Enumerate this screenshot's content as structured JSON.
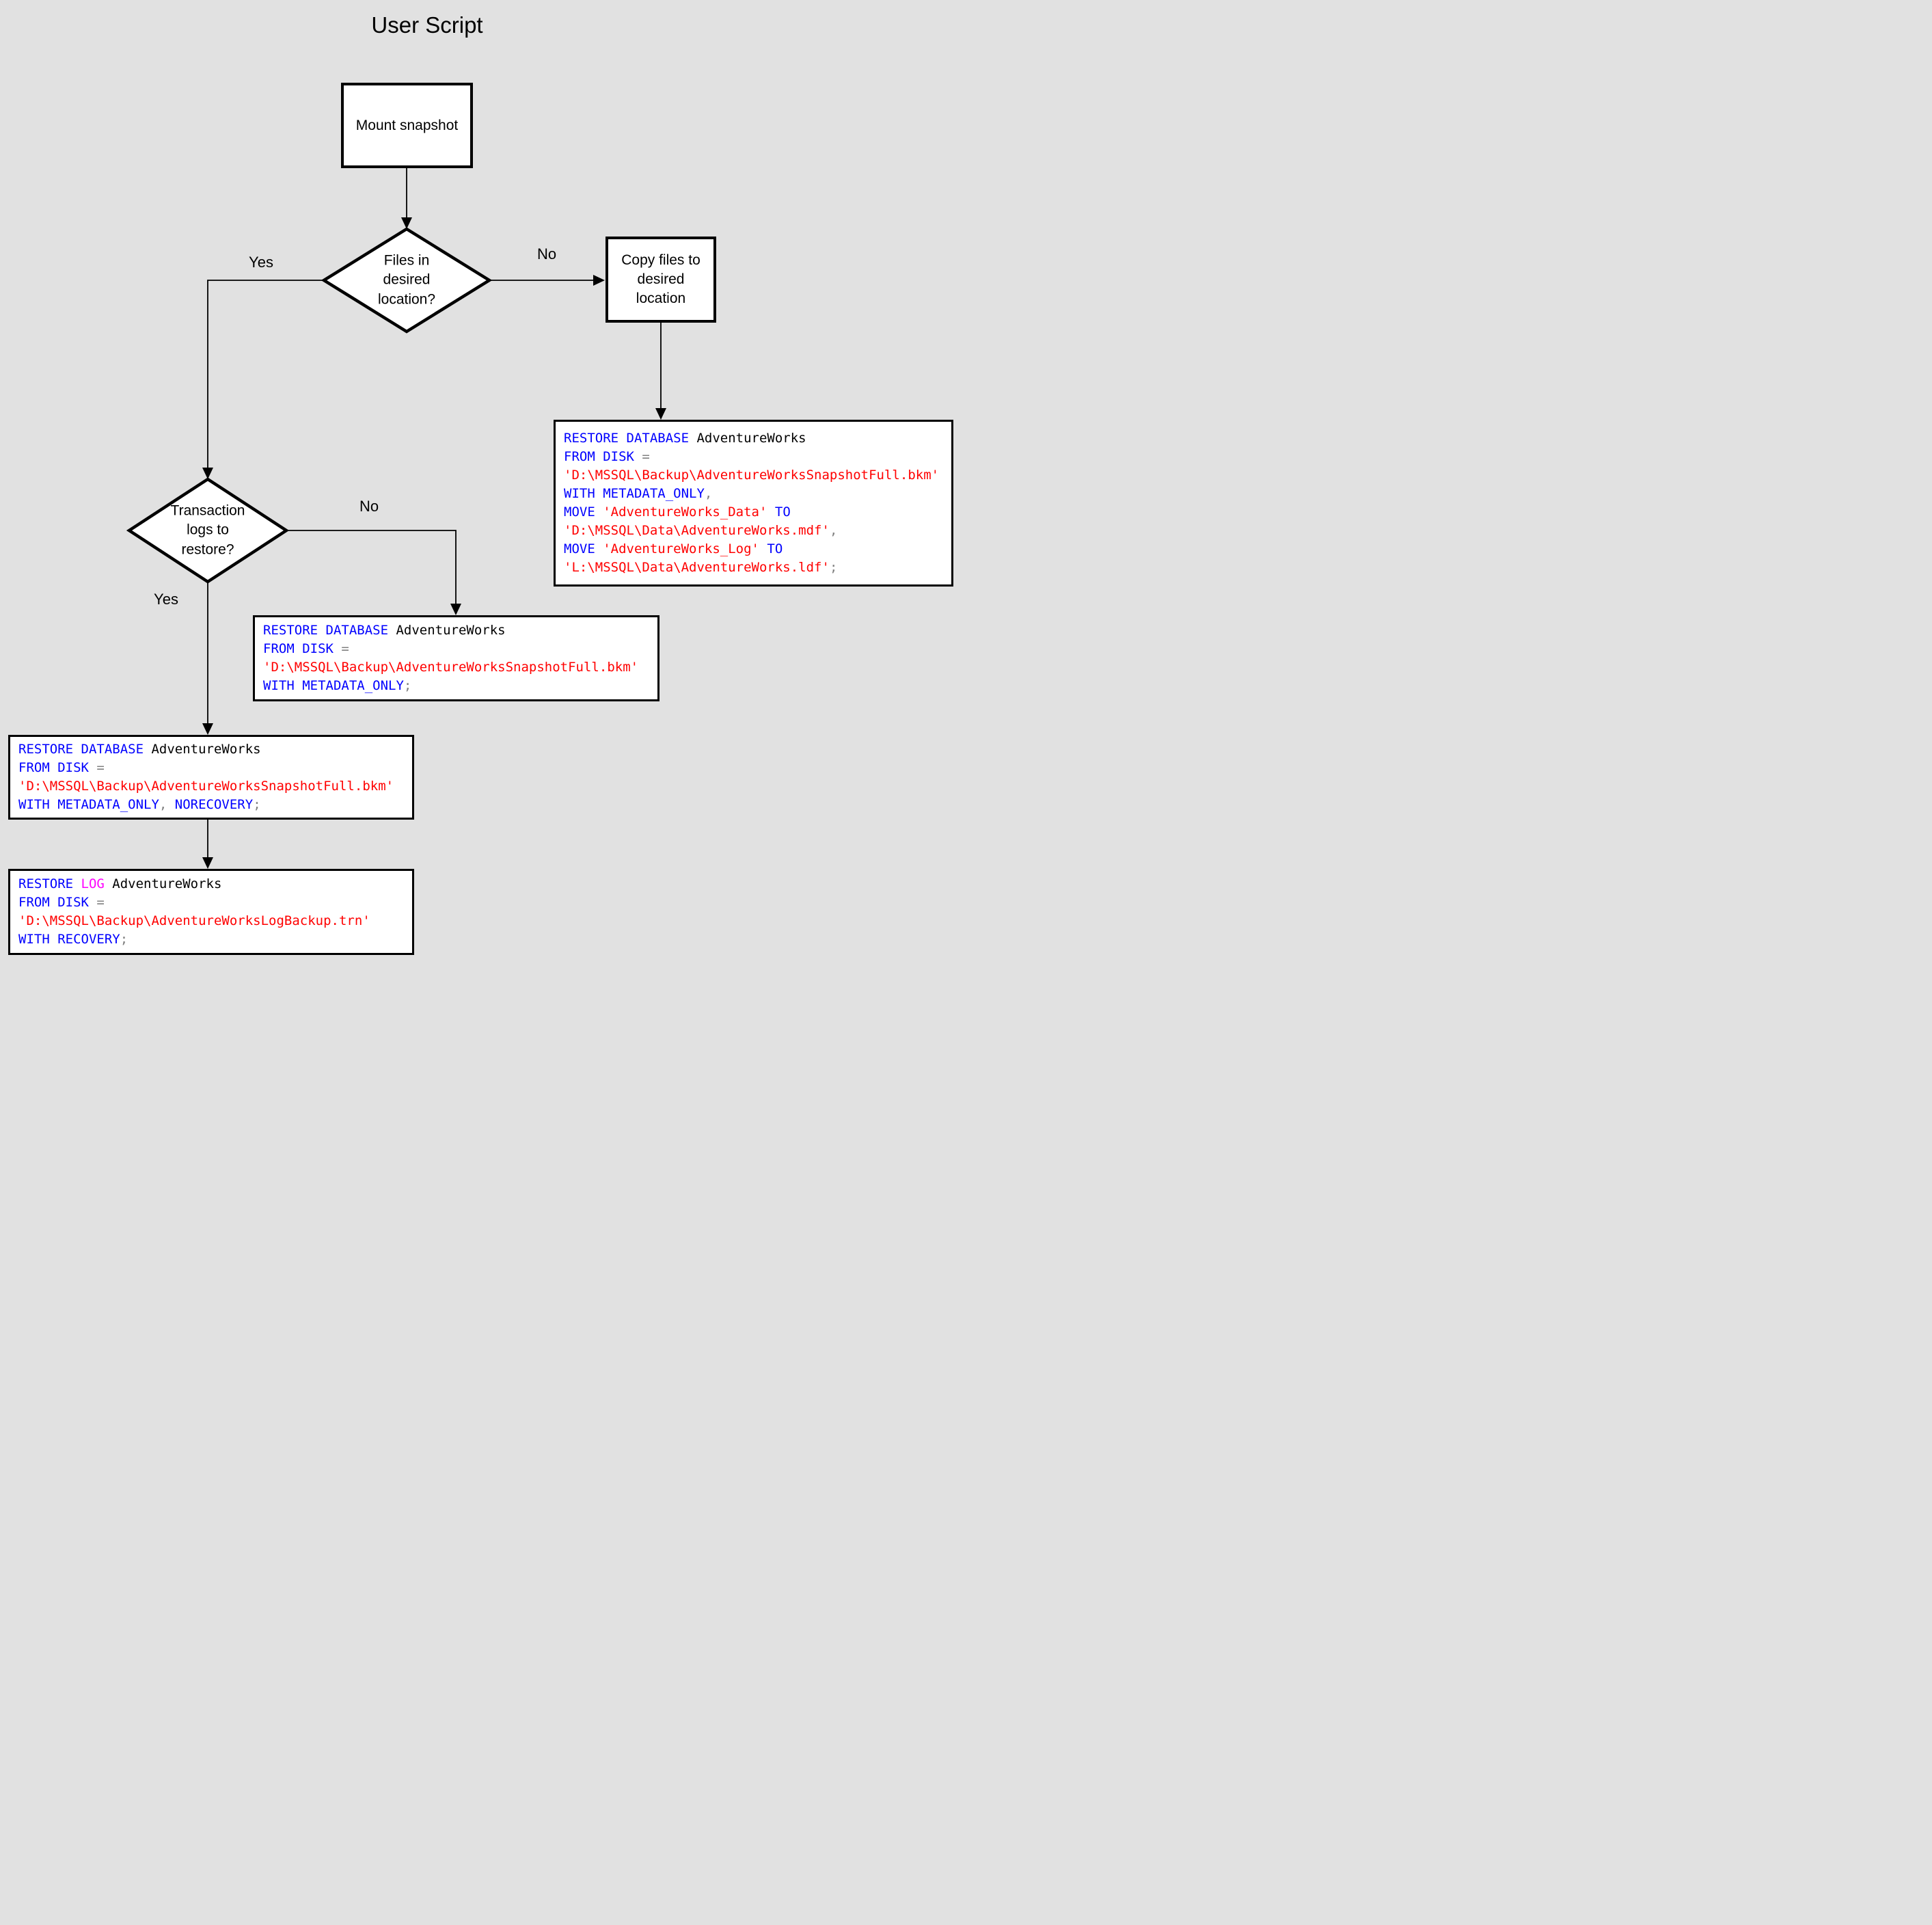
{
  "title": "User Script",
  "colors": {
    "background": "#e1e1e1",
    "keyword": "#0000ff",
    "string": "#ff0000",
    "identifier": "#000000",
    "punctuation": "#808080",
    "log_keyword": "#ff00ff",
    "shape_fill": "#ffffff",
    "shape_stroke": "#000000"
  },
  "nodes": {
    "mount": {
      "label": "Mount snapshot"
    },
    "files_decision": {
      "label": "Files in desired location?"
    },
    "copy": {
      "label": "Copy files to desired location"
    },
    "logs_decision": {
      "label": "Transaction logs to restore?"
    }
  },
  "edge_labels": {
    "files_yes": "Yes",
    "files_no": "No",
    "logs_yes": "Yes",
    "logs_no": "No"
  },
  "code_boxes": {
    "restore_move": {
      "lines": [
        [
          {
            "t": "RESTORE DATABASE",
            "c": "kw"
          },
          {
            "t": " AdventureWorks",
            "c": "id"
          }
        ],
        [
          {
            "t": "FROM DISK",
            "c": "kw"
          },
          {
            "t": " =",
            "c": "pu"
          }
        ],
        [
          {
            "t": "'D:\\MSSQL\\Backup\\AdventureWorksSnapshotFull.bkm'",
            "c": "str"
          }
        ],
        [
          {
            "t": "WITH METADATA_ONLY",
            "c": "kw"
          },
          {
            "t": ",",
            "c": "pu"
          }
        ],
        [
          {
            "t": "MOVE",
            "c": "kw"
          },
          {
            "t": " 'AdventureWorks_Data'",
            "c": "str"
          },
          {
            "t": " TO",
            "c": "kw"
          }
        ],
        [
          {
            "t": "'D:\\MSSQL\\Data\\AdventureWorks.mdf'",
            "c": "str"
          },
          {
            "t": ",",
            "c": "pu"
          }
        ],
        [
          {
            "t": "MOVE",
            "c": "kw"
          },
          {
            "t": " 'AdventureWorks_Log'",
            "c": "str"
          },
          {
            "t": " TO",
            "c": "kw"
          }
        ],
        [
          {
            "t": "'L:\\MSSQL\\Data\\AdventureWorks.ldf'",
            "c": "str"
          },
          {
            "t": ";",
            "c": "pu"
          }
        ]
      ]
    },
    "restore_metadata": {
      "lines": [
        [
          {
            "t": "RESTORE DATABASE",
            "c": "kw"
          },
          {
            "t": " AdventureWorks",
            "c": "id"
          }
        ],
        [
          {
            "t": "FROM DISK",
            "c": "kw"
          },
          {
            "t": " =",
            "c": "pu"
          }
        ],
        [
          {
            "t": "'D:\\MSSQL\\Backup\\AdventureWorksSnapshotFull.bkm'",
            "c": "str"
          }
        ],
        [
          {
            "t": "WITH METADATA_ONLY",
            "c": "kw"
          },
          {
            "t": ";",
            "c": "pu"
          }
        ]
      ]
    },
    "restore_norecovery": {
      "lines": [
        [
          {
            "t": "RESTORE DATABASE",
            "c": "kw"
          },
          {
            "t": " AdventureWorks",
            "c": "id"
          }
        ],
        [
          {
            "t": "FROM DISK",
            "c": "kw"
          },
          {
            "t": " =",
            "c": "pu"
          }
        ],
        [
          {
            "t": "'D:\\MSSQL\\Backup\\AdventureWorksSnapshotFull.bkm'",
            "c": "str"
          }
        ],
        [
          {
            "t": "WITH METADATA_ONLY",
            "c": "kw"
          },
          {
            "t": ",",
            "c": "pu"
          },
          {
            "t": " NORECOVERY",
            "c": "kw"
          },
          {
            "t": ";",
            "c": "pu"
          }
        ]
      ]
    },
    "restore_log": {
      "lines": [
        [
          {
            "t": "RESTORE",
            "c": "kw"
          },
          {
            "t": " LOG",
            "c": "log"
          },
          {
            "t": " AdventureWorks",
            "c": "id"
          }
        ],
        [
          {
            "t": "FROM DISK",
            "c": "kw"
          },
          {
            "t": " =",
            "c": "pu"
          }
        ],
        [
          {
            "t": "'D:\\MSSQL\\Backup\\AdventureWorksLogBackup.trn'",
            "c": "str"
          }
        ],
        [
          {
            "t": "WITH RECOVERY",
            "c": "kw"
          },
          {
            "t": ";",
            "c": "pu"
          }
        ]
      ]
    }
  }
}
